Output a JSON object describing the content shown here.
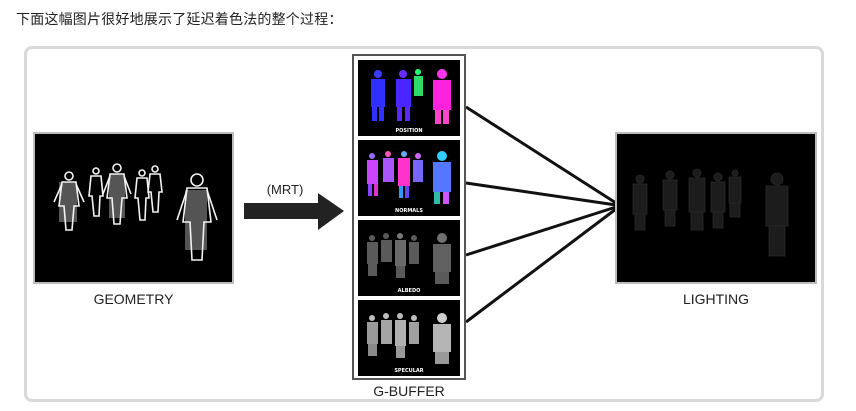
{
  "caption": "下面这幅图片很好地展示了延迟着色法的整个过程：",
  "geometry": {
    "label": "GEOMETRY"
  },
  "lighting": {
    "label": "LIGHTING"
  },
  "arrow": {
    "label": "(MRT)"
  },
  "gbuffer": {
    "label": "G-BUFFER",
    "cells": [
      {
        "name": "POSITION"
      },
      {
        "name": "NORMALS"
      },
      {
        "name": "ALBEDO"
      },
      {
        "name": "SPECULAR"
      }
    ]
  },
  "colors": {
    "frame_border": "#d9d9d9",
    "panel_bg": "#000000",
    "arrow": "#222222",
    "connector": "#111111"
  }
}
